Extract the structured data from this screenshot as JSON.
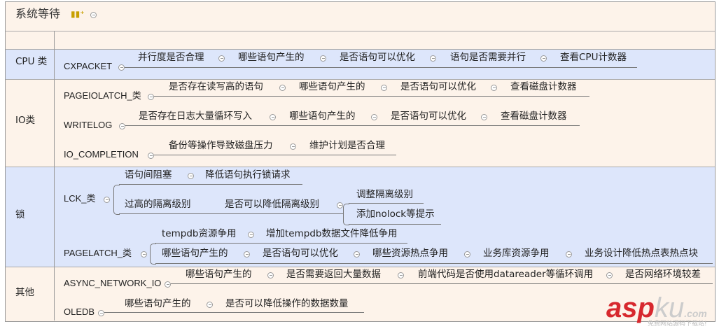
{
  "title": "系统等待",
  "title_icon": "bar-chart-star-icon",
  "colors": {
    "cream": "#fdf3ea",
    "blue": "#dde6fb",
    "border": "#999999",
    "watermark": "#d7282e"
  },
  "categories": [
    {
      "label": "CPU 类",
      "waits": [
        {
          "name": "CXPACKET",
          "chain": [
            "并行度是否合理",
            "哪些语句产生的",
            "是否语句可以优化",
            "语句是否需要并行",
            "查看CPU计数器"
          ]
        }
      ]
    },
    {
      "label": "IO类",
      "waits": [
        {
          "name": "PAGEIOLATCH_类",
          "chain": [
            "是否存在读写高的语句",
            "哪些语句产生的",
            "是否语句可以优化",
            "查看磁盘计数器"
          ]
        },
        {
          "name": "WRITELOG",
          "chain": [
            "是否存在日志大量循环写入",
            "哪些语句产生的",
            "是否语句可以优化",
            "查看磁盘计数器"
          ]
        },
        {
          "name": "IO_COMPLETION",
          "chain": [
            "备份等操作导致磁盘压力",
            "维护计划是否合理"
          ]
        }
      ]
    },
    {
      "label": "锁",
      "waits": [
        {
          "name": "LCK_类",
          "branches": [
            {
              "chain": [
                "语句间阻塞",
                "降低语句执行锁请求"
              ]
            },
            {
              "chain": [
                "过高的隔离级别",
                "是否可以降低隔离级别"
              ],
              "sub": [
                "调整隔离级别",
                "添加nolock等提示"
              ]
            }
          ]
        },
        {
          "name": "PAGELATCH_类",
          "branches": [
            {
              "chain": [
                "tempdb资源争用",
                "增加tempdb数据文件降低争用"
              ]
            },
            {
              "chain": [
                "哪些语句产生的",
                "是否语句可以优化",
                "哪些资源热点争用",
                "业务库资源争用",
                "业务设计降低热点表热点块"
              ]
            }
          ]
        }
      ]
    },
    {
      "label": "其他",
      "waits": [
        {
          "name": "ASYNC_NETWORK_IO",
          "chain": [
            "哪些语句产生的",
            "是否需要返回大量数据",
            "前端代码是否使用datareader等循环调用",
            "是否网络环境较差"
          ]
        },
        {
          "name": "OLEDB",
          "chain": [
            "哪些语句产生的",
            "是否可以降低操作的数据数量"
          ]
        }
      ]
    }
  ],
  "watermark": {
    "brand": "aspku",
    "tld": ".com",
    "slogan": "免费网站源码下载站!"
  }
}
